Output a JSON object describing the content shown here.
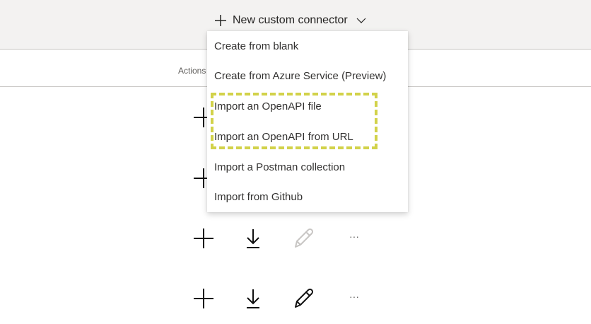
{
  "header": {
    "new_button_label": "New custom connector",
    "icon": "plus-icon",
    "chevron": "chevron-down-icon"
  },
  "table": {
    "actions_header": "Actions"
  },
  "menu": {
    "items": [
      {
        "label": "Create from blank"
      },
      {
        "label": "Create from Azure Service (Preview)"
      },
      {
        "label": "Import an OpenAPI file"
      },
      {
        "label": "Import an OpenAPI from URL"
      },
      {
        "label": "Import a Postman collection"
      },
      {
        "label": "Import from Github"
      }
    ]
  },
  "rows": [
    {
      "edit_enabled": null
    },
    {
      "edit_enabled": null
    },
    {
      "edit_enabled": false,
      "more_label": "···"
    },
    {
      "edit_enabled": true,
      "more_label": "···"
    }
  ],
  "highlight_color": "#d2d24a"
}
